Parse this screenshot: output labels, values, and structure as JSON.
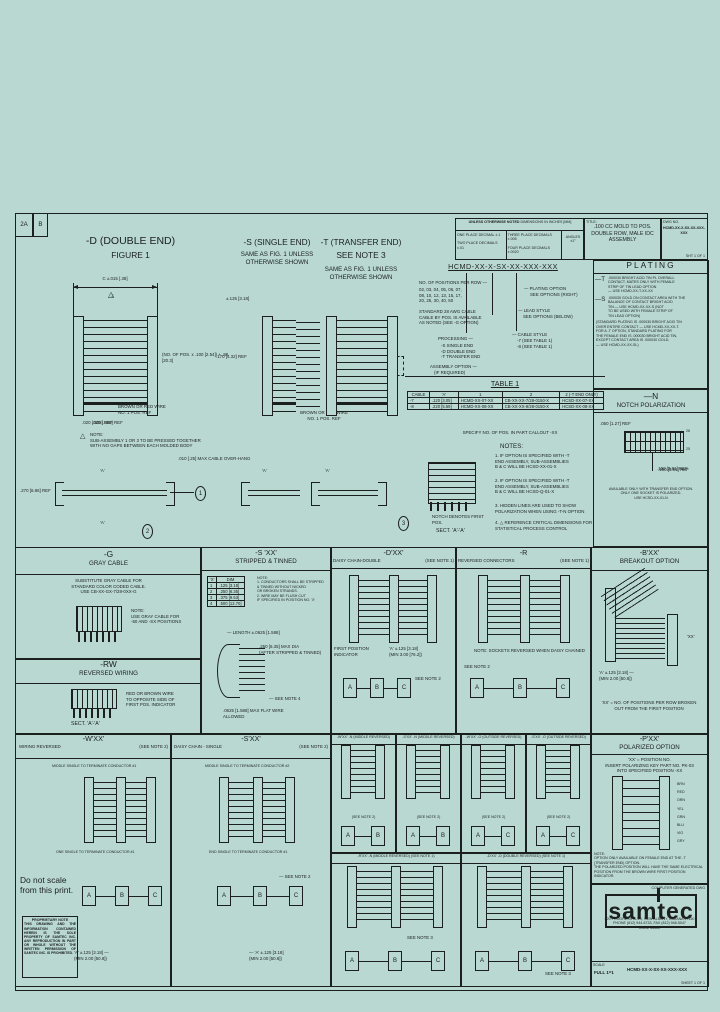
{
  "sheet": {
    "rev_marks": [
      "2A",
      "B"
    ]
  },
  "header": {
    "tol_title": "UNLESS OTHERWISE NOTED",
    "tol_sub": "DIMENSIONS IN INCHES [MM]",
    "tol_r1c1": "ONE PLACE DECIMAL  ±.1",
    "tol_r2c1": "TWO PLACE DECIMALS  ±.01",
    "tol_r1c2": "THREE PLACE DECIMALS ±.005",
    "tol_r2c2": "FOUR PLACE DECIMALS ±.0020",
    "angles": "ANGLES\n±1°",
    "title_label": "TITLE:",
    "title_line1": ".100 CC MOLD TO POS.",
    "title_line2": "DOUBLE ROW, MALE IDC",
    "title_line3": "ASSEMBLY",
    "dwg_label": "DWG NO.",
    "dwg_no": "HCMD-XX-X-SX-XX-XXX-XXX",
    "sheet_no": "SHT 1 OF 1"
  },
  "fig_d": {
    "title": "-D (DOUBLE END)",
    "subtitle": "FIGURE 1",
    "dim_top": "C ±.015 [.38]",
    "tri": "2",
    "dim_right": "(NO. OF POS. x .100 [2.54]) + .80 [20.3]",
    "dim_bottom": ".020 [.508] REF",
    "callout": "BROWN OR RED WIRE\nNO. 1 POS. REF"
  },
  "fig_s": {
    "title": "-S (SINGLE END)",
    "sub1": "SAME AS FIG. 1 UNLESS",
    "sub2": "OTHERWISE SHOWN",
    "dim_top": "±.125 [3.18]",
    "dim_left": ".170 [4.32] REF",
    "callout": "BROWN OR RED WIRE\nNO. 1 POS. REF"
  },
  "fig_t": {
    "title": "-T (TRANSFER END)",
    "sub0": "SEE NOTE 3",
    "sub1": "SAME AS FIG. 1 UNLESS",
    "sub2": "OTHERWISE SHOWN"
  },
  "pn": {
    "code": "HCMD-XX-X-SX-XX-XXX-XXX",
    "pos_label": "NO. OF POSITIONS PER ROW —",
    "pos_rows": "02, 03, 04, 05, 06, 07,\n08, 10, 12, 13, 15, 17,\n20, 25, 30, 40, 50",
    "pos_note": "STANDARD 28 AWG CABLE\nCABLE BY POS. IS AVAILABLE\nAS NOTED (SEE -G OPTION)",
    "proc_label": "PROCESSING —",
    "proc_opts": "-S SINGLE END\n-D DOUBLE END\n-T TRANSFER END",
    "asm_label": "ASSEMBLY OPTION —",
    "asm_note": "(IF REQUIRED)",
    "opt1_label": "— PLATING OPTION",
    "opt1_note": "SEE OPTIONS (RIGHT)",
    "opt2_label": "— LEAD STYLE",
    "opt2_note": "SEE OPTIONS (BELOW)",
    "cable_label": "— CABLE STYLE",
    "cable_opts": "-7 (SEE TABLE 1)\n-8 (SEE TABLE 1)"
  },
  "table1": {
    "title": "TABLE 1",
    "headers": [
      "CABLE",
      "'A'",
      "1",
      "2",
      "2 (-T END ONLY)"
    ],
    "rows": [
      [
        "-7",
        ".120 [3.05]",
        "HCMD-XX-07-XX",
        "CB-XX-XX-7/28-0150-X",
        "HCSD-XX-07-XX"
      ],
      [
        "-8",
        ".220 [5.59]",
        "HCMD-XX-08-XX",
        "CB-XX-XX-8/28-0150-X",
        "HCSD-XX-08-XX"
      ]
    ],
    "footnote": "SPECIFY NO. OF POS. IN PART CALLOUT -XX"
  },
  "notes": {
    "title": "NOTES:",
    "n1": "1.  IF OPTION IS SPECIFIED WITH -T\n     END ASSEMBLY, SUB-ASSEMBLIES\n     B & C WILL BE HCSD-XX-01-X",
    "n2": "2.  IF OPTION IS SPECIFIED WITH -T\n     END ASSEMBLY, SUB-ASSEMBLIES\n     B & C WILL BE HCSD-Q-01-X",
    "n3": "3.  HIDDEN LINES ARE USED TO SHOW\n     POLARIZATION WHEN USING -T-N OPTION",
    "n4": "4. △ REFERENCE CRITICAL DIMENSIONS FOR\n     STATISTICAL PROCESS CONTROL"
  },
  "plating": {
    "title": "PLATING",
    "t_code": "—T",
    "t_text": ".000030 BRIGHT ACID TIN PL OVERALL\nCONTACT, MATES ONLY WITH FEMALE\nSTRIP OF TIN LEAD OPTION\n— USE HCMD-XX-T-XX-XX",
    "s_code": "—S",
    "s_text": ".000030 GOLD ON CONTACT AREA WITH THE\nBALANCE OF CONTACT BRIGHT ACID\nTIN — USE HCMD-XX-XX-S (NOT\nTO BE USED WITH FEMALE STRIP OF\nTIN LEAD OPTION)",
    "std_text": "(STANDARD PLATING IS .000030 BRIGHT ACID TIN\nOVER ENTIRE CONTACT — USE HCMD-XX-XX-T.\nFOR A -T OPTION, STANDARD PLATING FOR\nTHE FEMALE END IS .000030 BRIGHT ACID TIN,\nEXCEPT CONTACT AREA IS .000030 GOLD.\n— USE HCMD-XX-XX-SL)"
  },
  "notch": {
    "title": "—N",
    "subtitle": "NOTCH POLARIZATION",
    "dim1": ".050 [1.27] REF",
    "pin_top": "26",
    "pin_bot": "25",
    "dim2": ".150 [3.81] REF",
    "note": "AVAILABLE ONLY WITH TRANSFER END OPTION.\nONLY ONE SOCKET IS POLARIZED.\nUSE HCSD-XX-01-N"
  },
  "midstrip": {
    "tri_note": "NOTE:\nSUB-ASSEMBLY 1 OR 3 TO BE PRESSED TOGETHER\nWITH NO GAPS BETWEEN EACH MOLDED BODY",
    "dim_gap": ".010 [.25] MAX CABLE OVER-HANG",
    "dim_left": ".270 [6.86] REF",
    "a1": "'A'",
    "a2": "'A'",
    "a3": "'A'",
    "a4": "'A'",
    "c1": "1",
    "c2": "2",
    "c3": "3",
    "notch_callout": "NOTCH DENOTES FIRST POS.",
    "sect": "SECT. 'A'-'A'"
  },
  "g_panel": {
    "title": "-G",
    "subtitle": "GRAY CABLE",
    "text": "SUBSTITUTE GRAY CABLE FOR\nSTANDARD COLOR CODED CABLE.\nUSE CB-XX-GX-7/28-0XX-G",
    "note": "NOTE:\nUSE GRAY CABLE FOR\n-50 AND -SX POSITIONS"
  },
  "rw_panel": {
    "title": "-RW",
    "subtitle": "REVERSED WIRING",
    "callout": "RED OR BROWN WIRE\nTO OPPOSITE SIDE OF\nFIRST POS. INDICATOR",
    "sect": "SECT. 'A'-'A'"
  },
  "st_panel": {
    "title": "-S 'XX'",
    "subtitle": "STRIPPED & TINNED",
    "th1": "'X'",
    "th2": "DIM",
    "rows": [
      [
        "1",
        ".125 [3.18]"
      ],
      [
        "2",
        ".250 [6.35]"
      ],
      [
        "3",
        ".375 [9.53]"
      ],
      [
        "4",
        ".500 [12.70]"
      ]
    ],
    "note": "NOTE:\n1. CONDUCTORS SHALL BE STRIPPED\n& TINNED WITHOUT NICKED\nOR BROKEN STRANDS.\n2. WIRE MAY BE FLUSH CUT\nIF SPECIFIED IN POSITION NO. 'X'",
    "dim_len": "— LENGTH ±.0625 [1.588]",
    "dim_dia": ".250 [6.35] MAX DIA\n(AFTER STRIPPED & TINNED)",
    "see4": "— SEE NOTE 4",
    "dim_flat": ".0625 [1.588] MAX FLAT WIRE\nALLOWED"
  },
  "dchain_panel": {
    "title": "-D'XX'",
    "subtitle": "DAISY CHAIN-DOUBLE",
    "see": "(SEE NOTE 1)",
    "callout": "FIRST POSITION\nINDICATOR",
    "dim": "'A' ±.125 [3.18]\n(MIN 3.00 [76.2])",
    "see2": "SEE NOTE 2",
    "abc": [
      "A",
      "B",
      "C"
    ]
  },
  "rev_panel": {
    "title": "-R",
    "subtitle": "REVERSED CONNECTORS",
    "see": "(SEE NOTE 1)",
    "note": "NOTE: SOCKETS REVERSED WHEN DAISY CHAINED",
    "see2": "SEE NOTE 2",
    "abc": [
      "A",
      "B",
      "C"
    ]
  },
  "brk_panel": {
    "title": "-B'XX'",
    "subtitle": "BREAKOUT OPTION",
    "dim_a": "'A' ±.125 [3.18] —\n(MIN 2.00 [50.8])",
    "dim_xx": "'XX'",
    "note": "'XX' = NO. OF POSITIONS PER ROW BROKEN\nOUT FROM THE FIRST POSITION"
  },
  "w_panel": {
    "title": "-W'XX'",
    "subtitle": "WIRING REVERSED",
    "see": "(SEE NOTE 2)",
    "callout1": "MIDDLE SINGLE TO TERMINATE CONDUCTOR #1",
    "callout2": "ONE SINGLE TO TERMINATE CONDUCTOR #1",
    "abc": [
      "A",
      "B",
      "C"
    ],
    "dim": "'A' ±.125 [3.18] —\n(MIN 2.00 [50.8])"
  },
  "ds_panel": {
    "title": "-S'XX'",
    "subtitle": "DAISY CHAIN - SINGLE",
    "see": "(SEE NOTE 2)",
    "callout1": "MIDDLE SINGLE TO TERMINATE CONDUCTOR #2",
    "callout2": "END SINGLE TO TERMINATE CONDUCTOR #1",
    "see2": "— SEE NOTE 2",
    "abc": [
      "A",
      "B",
      "C"
    ],
    "dim": "— 'A' ±.125 [3.18]\n(MIN 2.00 [50.8])"
  },
  "minis": [
    {
      "title": "-W'XX' -N (MIDDLE REVERSED)",
      "see": "(SEE NOTE 2)",
      "a": "A",
      "b": "B"
    },
    {
      "title": "-S'XX' -N (MIDDLE REVERSED)",
      "see": "(SEE NOTE 2)",
      "a": "A",
      "b": "B"
    },
    {
      "title": "-W'XX' -O (OUTSIDE REVERSED)",
      "see": "(SEE NOTE 2)",
      "a": "A",
      "b": "C"
    },
    {
      "title": "-S'XX' -O (OUTSIDE REVERSED)",
      "see": "(SEE NOTE 2)",
      "a": "A",
      "b": "C"
    }
  ],
  "wide1": {
    "title": "-R'XX' -N (MIDDLE REVERSED)",
    "see": "(SEE NOTE 1)",
    "note3": "SEE NOTE 3",
    "abc": [
      "A",
      "B",
      "C"
    ]
  },
  "wide2": {
    "title": "-D'XX' -O (DOUBLE REVERSED)",
    "see": "(SEE NOTE 1)",
    "note3": "SEE NOTE 3",
    "abc": [
      "A",
      "B",
      "C"
    ]
  },
  "pol_panel": {
    "title": "-P'XX'",
    "subtitle": "POLARIZED OPTION",
    "line1": "'XX' = POSITION NO.",
    "line2": "INSERT POLARIZING KEY PART NO. PK-03",
    "line3": "INTO SPECIFIED POSITION -XX",
    "wires": [
      "BRN",
      "RED",
      "ORN",
      "YEL",
      "GRN",
      "BLU",
      "VIO",
      "GRY"
    ],
    "note": "NOTE:\nOPTION ONLY AVAILABLE ON FEMALE END AT THE -T\n(TRANSFER END) OPTION.\nTHE POLARIZED POSITION WILL HAVE THE SAME ELECTRICAL\nPOSITION FROM THE BROWN WIRE FIRST POSITION INDICATOR."
  },
  "titleblock": {
    "gen_note": "COMPUTER GENERATED DWG",
    "logo": "samtec",
    "addr1": "520 PROGRESS BLVD, NEW ALBANY, INDIANA 47150",
    "addr2": "PHONE (812) 944-6733, FAX (812) 948-5047",
    "addr3": "CODE 55322",
    "scale_label": "SCALE",
    "scale": "FULL 1=1",
    "dwg_no": "HCMD-XX-X-SX-XX-XXX-XXX",
    "sheet": "SHEET 1 OF 1"
  },
  "misc": {
    "no_scale": "Do not scale\nfrom this print.",
    "prop_title": "PROPRIETARY NOTE",
    "prop_text": "THIS DRAWING AND THE INFORMATION CONTAINED HEREIN IS THE SOLE PROPERTY OF SAMTEC INC. ANY REPRODUCTION IN PART OR WHOLE WITHOUT THE WRITTEN PERMISSION OF SAMTEC INC. IS PROHIBITED."
  }
}
